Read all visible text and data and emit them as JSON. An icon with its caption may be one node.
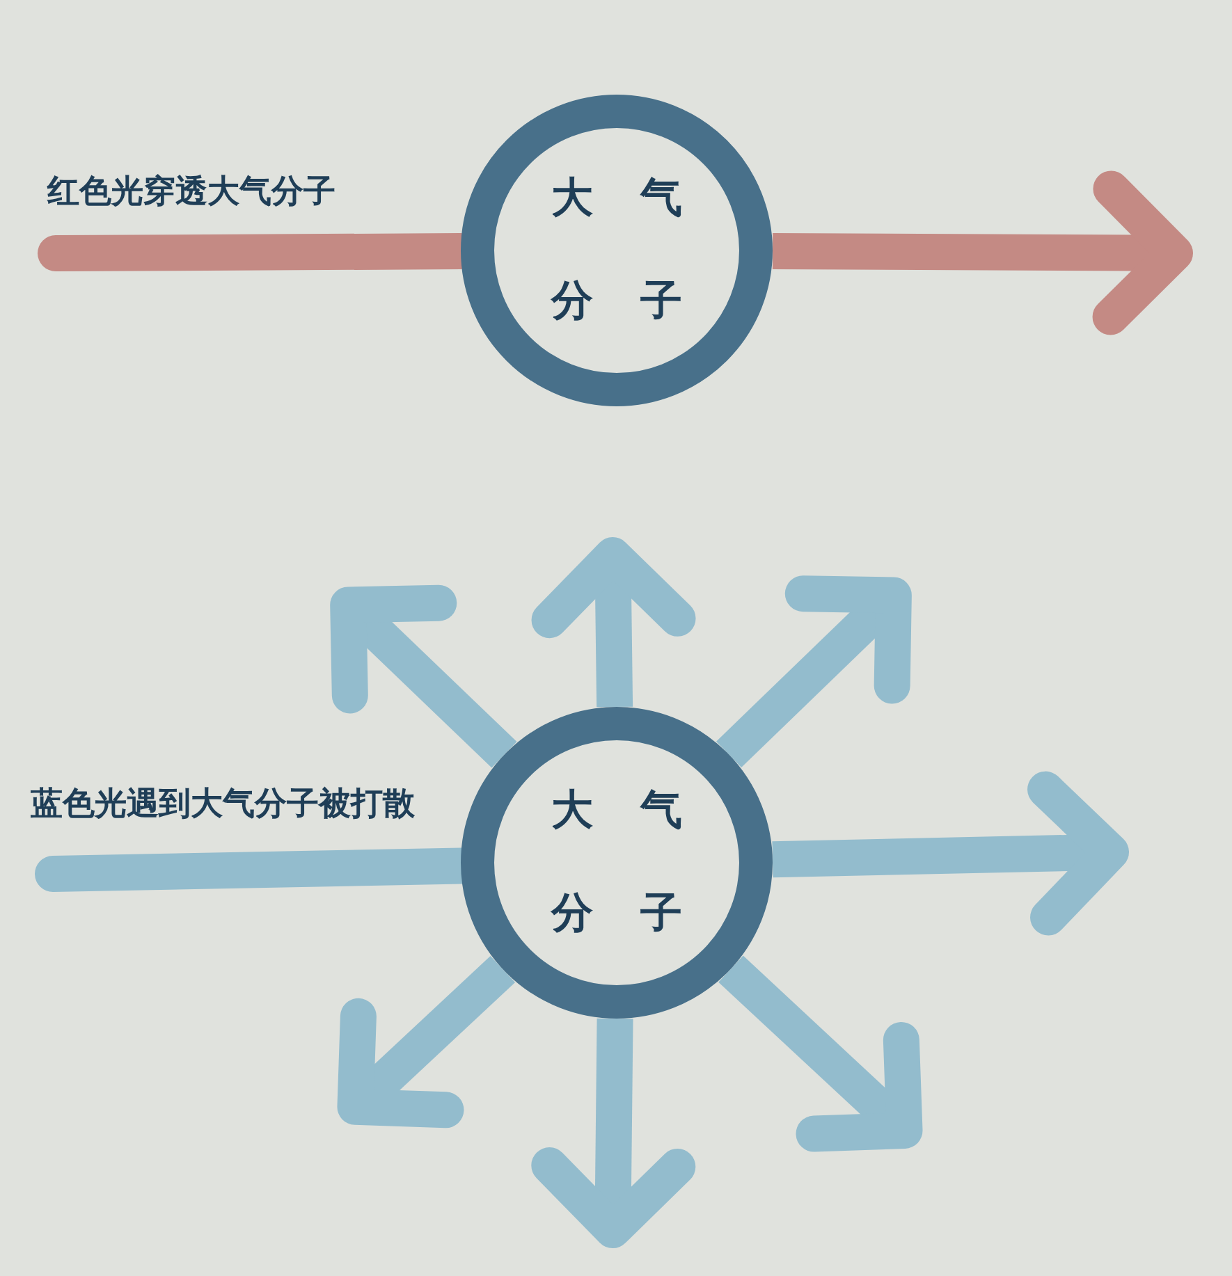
{
  "diagram": {
    "nodes": [
      {
        "text": [
          "大气分子"
        ]
      },
      {
        "text": [
          "大气分子"
        ]
      }
    ],
    "edges": [
      {
        "from": null,
        "to": 0,
        "arrow": "none",
        "label": "红色光穿透大气分子",
        "color": "#c48a84"
      },
      {
        "from": 0,
        "to": null,
        "arrow": "to",
        "color": "#c48a84"
      },
      {
        "from": null,
        "to": 1,
        "arrow": "none",
        "label": "蓝色光遇到大气分子被打散"
      },
      {
        "from": 1,
        "to": null,
        "arrow": "to"
      },
      {
        "from": 1,
        "to": null,
        "arrow": "to"
      },
      {
        "from": 1,
        "to": null,
        "arrow": "to"
      },
      {
        "from": 1,
        "to": null,
        "arrow": "to"
      },
      {
        "from": 1,
        "to": null,
        "arrow": "to"
      },
      {
        "from": 1,
        "to": null,
        "arrow": "to"
      },
      {
        "from": 1,
        "to": null,
        "arrow": "to"
      }
    ]
  }
}
